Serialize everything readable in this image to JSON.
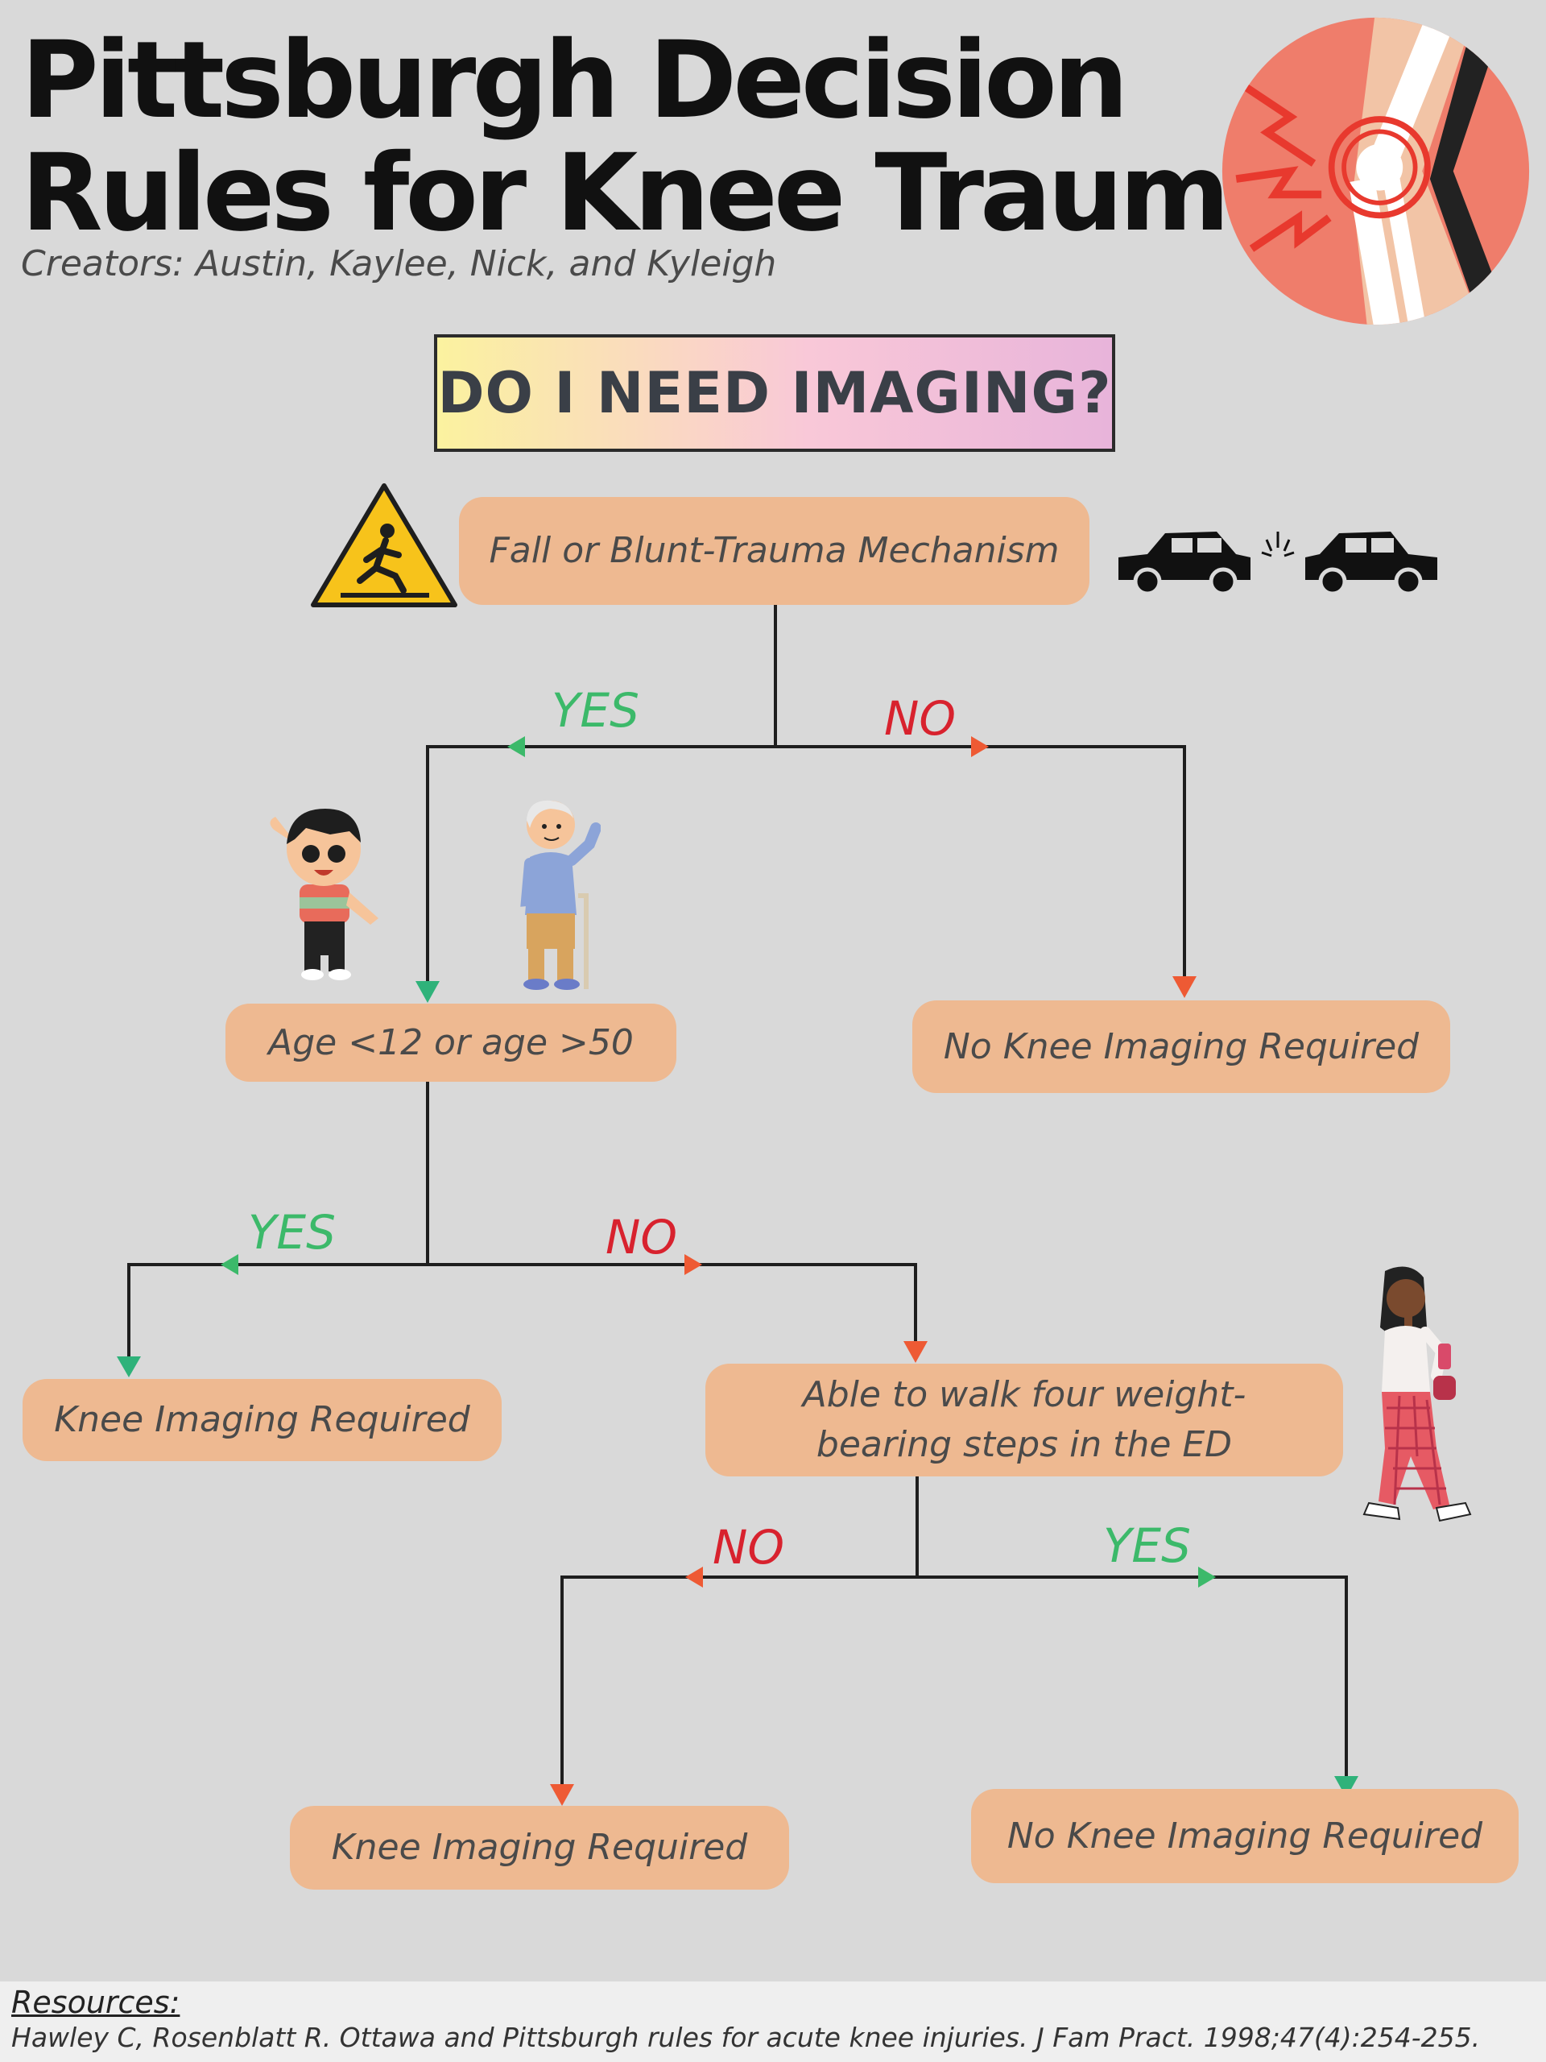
{
  "header": {
    "title_line1": "Pittsburgh Decision",
    "title_line2": "Rules for Knee Trauma",
    "creators": "Creators: Austin, Kaylee, Nick, and Kyleigh"
  },
  "question": "DO I NEED IMAGING?",
  "nodes": {
    "mechanism": "Fall or Blunt-Trauma Mechanism",
    "age": "Age <12 or age >50",
    "no_imaging_1": "No Knee Imaging Required",
    "imaging_1": "Knee Imaging Required",
    "walk_line1": "Able to walk four weight-",
    "walk_line2": "bearing steps in the ED",
    "imaging_2": "Knee Imaging Required",
    "no_imaging_2": "No Knee Imaging Required"
  },
  "labels": {
    "yes": "YES",
    "no": "NO"
  },
  "colors": {
    "node_fill": "#eeb991",
    "yes_green": "#3cb96a",
    "no_red": "#d8222e",
    "background": "#d9d9d9"
  },
  "icons": [
    "knee-joint-pain-icon",
    "wet-floor-warning-icon",
    "car-collision-icon",
    "child-icon",
    "elderly-man-icon",
    "walking-woman-icon"
  ],
  "resources": {
    "title": "Resources:",
    "citation": "Hawley C, Rosenblatt R. Ottawa and Pittsburgh rules for acute knee injuries. J Fam Pract. 1998;47(4):254-255."
  }
}
